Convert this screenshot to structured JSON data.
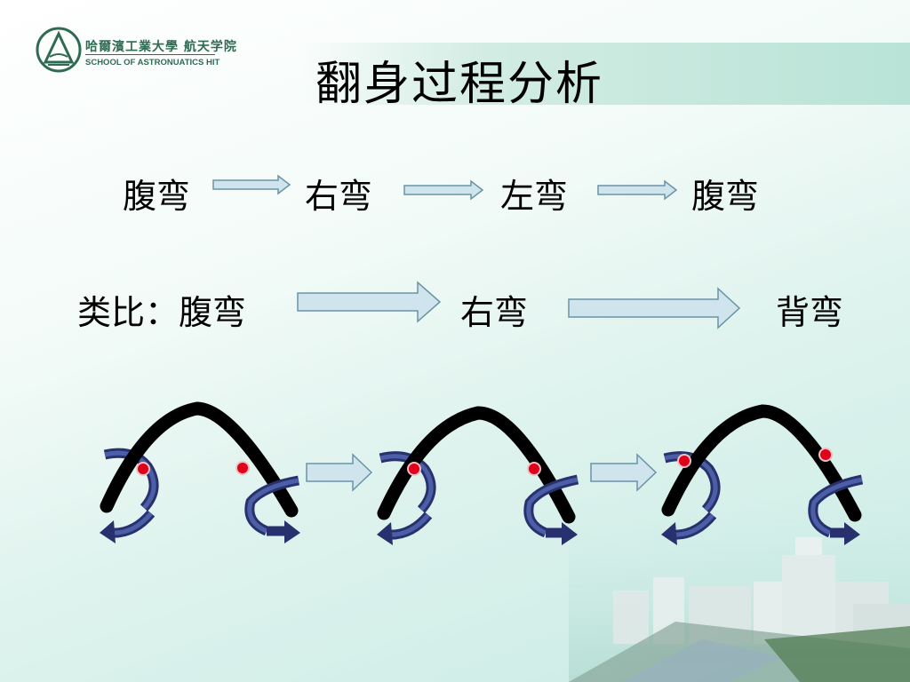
{
  "logo": {
    "cn": "哈爾濱工業大學 航天学院",
    "en": "SCHOOL OF ASTRONUATICS HIT"
  },
  "title": "翻身过程分析",
  "row1": [
    "腹弯",
    "右弯",
    "左弯",
    "腹弯"
  ],
  "row2": [
    "类比：腹弯",
    "右弯",
    "背弯"
  ],
  "colors": {
    "arrow_fill": "#cfe4ec",
    "arrow_stroke": "#6a93a6",
    "curve": "#000000",
    "rotation": "#29306e",
    "marker": "#e0001b"
  }
}
